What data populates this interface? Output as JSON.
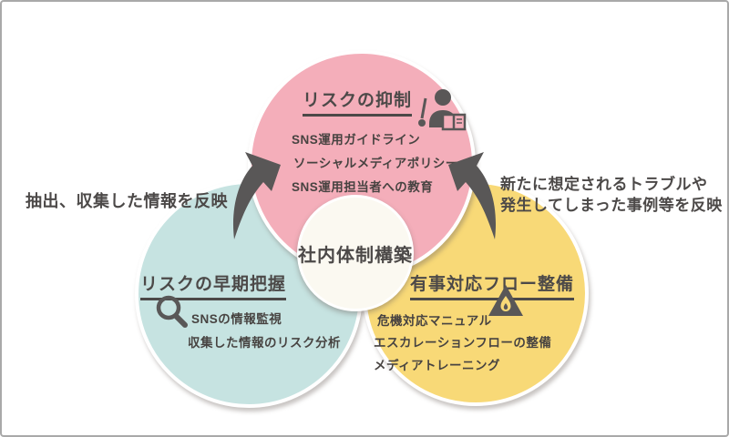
{
  "diagram": {
    "center_label": "社内体制構築",
    "left_note": "抽出、収集した情報を反映",
    "right_note_line1": "新たに想定されるトラブルや",
    "right_note_line2": "発生してしまった事例等を反映",
    "circles": [
      {
        "id": "risk-suppression",
        "title": "リスクの抑制",
        "icon": "lecturer-with-book",
        "color": "#f4aeba",
        "items": [
          "SNS運用ガイドライン",
          "ソーシャルメディアポリシー",
          "SNS運用担当者への教育"
        ]
      },
      {
        "id": "early-risk-detection",
        "title": "リスクの早期把握",
        "icon": "magnifier",
        "color": "#c6e3e1",
        "items": [
          "SNSの情報監視",
          "収集した情報のリスク分析"
        ]
      },
      {
        "id": "emergency-response-flow",
        "title": "有事対応フロー整備",
        "icon": "fire-warning-triangle",
        "color": "#f8d977",
        "items": [
          "危機対応マニュアル",
          "エスカレーションフローの整備",
          "メディアトレーニング"
        ]
      }
    ],
    "colors": {
      "pink": "#f4aeba",
      "teal": "#c6e3e1",
      "yellow": "#f8d977",
      "center_bg": "#fbf9f1",
      "text": "#4c4948",
      "arrow": "#595757",
      "frame_border": "#a9a9a9"
    }
  }
}
